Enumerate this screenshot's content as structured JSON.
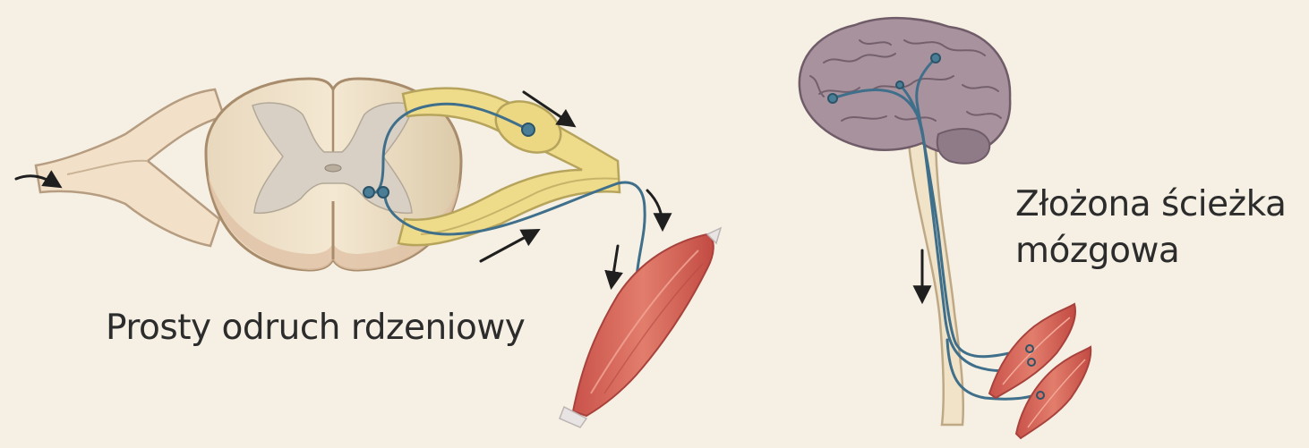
{
  "labels": {
    "spinal_reflex": "Prosty odruch rdzeniowy",
    "brain_path_line1": "Złożona ścieżka",
    "brain_path_line2": "mózgowa"
  },
  "colors": {
    "background": "#f5f0e3",
    "spinal_tissue": "#f3e2cc",
    "grey_matter": "#d7cfc2",
    "nerve_yellow": "#eedb8a",
    "neuron_blue": "#3f6f8a",
    "muscle_red": "#d9695a",
    "brain_purple": "#a8929e",
    "arrow": "#1f1f1f"
  },
  "icons": {
    "spinal_cord": "spinal-cord-cross-section-icon",
    "muscle": "muscle-icon",
    "brain": "brain-icon"
  }
}
